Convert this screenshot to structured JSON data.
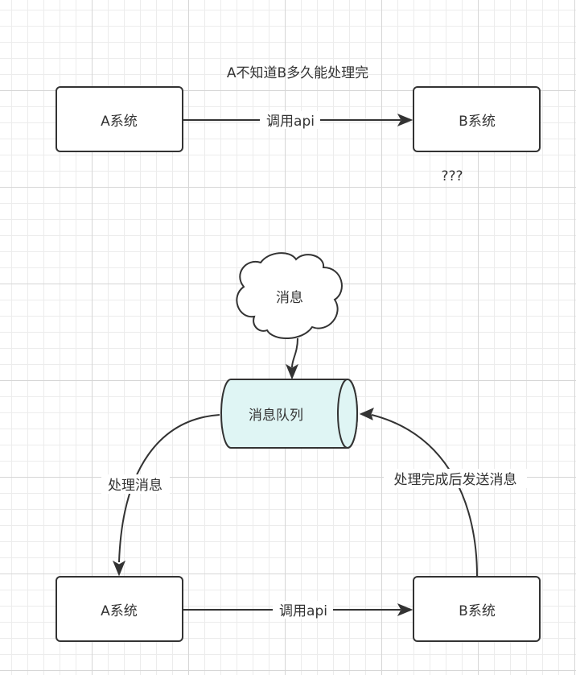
{
  "top": {
    "note": "A不知道B多久能处理完",
    "system_a": "A系统",
    "system_b": "B系统",
    "call_label": "调用api",
    "question": "???"
  },
  "bottom": {
    "message": "消息",
    "queue": "消息队列",
    "system_a": "A系统",
    "system_b": "B系统",
    "process_label": "处理消息",
    "done_label": "处理完成后发送消息",
    "call_label": "调用api"
  },
  "colors": {
    "stroke": "#333333",
    "queue_fill": "#dff5f4",
    "box_fill": "#ffffff"
  }
}
